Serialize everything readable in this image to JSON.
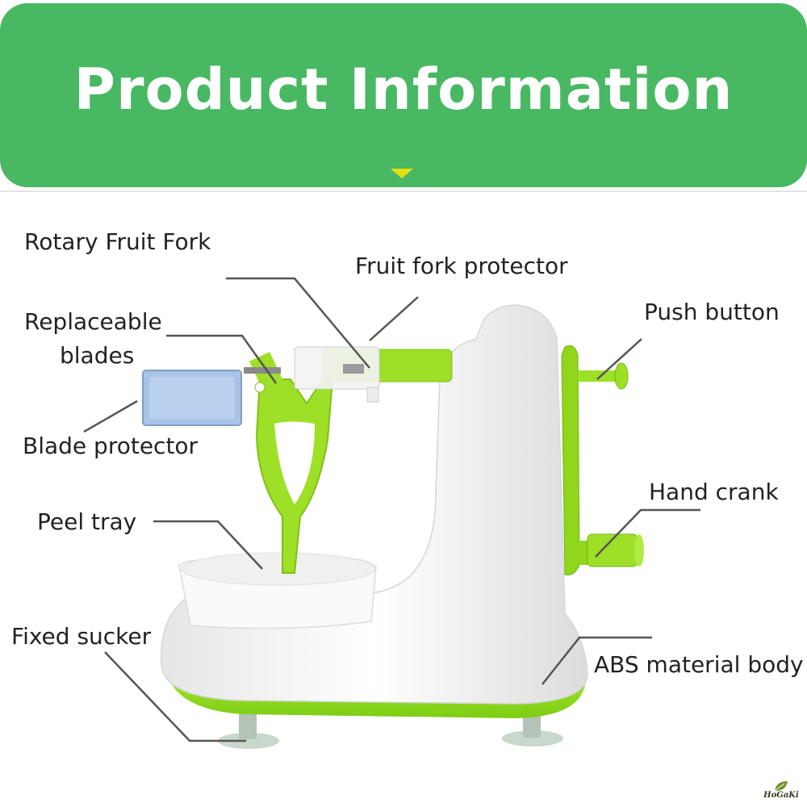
{
  "banner": {
    "title": "Product Information"
  },
  "labels": {
    "rotary_fruit_fork": "Rotary Fruit Fork",
    "fruit_fork_protector": "Fruit fork protector",
    "push_button": "Push button",
    "replaceable_blades_line1": "Replaceable",
    "replaceable_blades_line2": "blades",
    "blade_protector": "Blade protector",
    "hand_crank": "Hand crank",
    "peel_tray": "Peel tray",
    "fixed_sucker": "Fixed sucker",
    "abs_material_body": "ABS material body"
  },
  "logo": {
    "text": "HoGaKi"
  },
  "colors": {
    "banner_green": "#49b863",
    "product_green": "#9adf22",
    "arrow_yellow": "#e3e012",
    "body_white": "#f7f7f7"
  }
}
